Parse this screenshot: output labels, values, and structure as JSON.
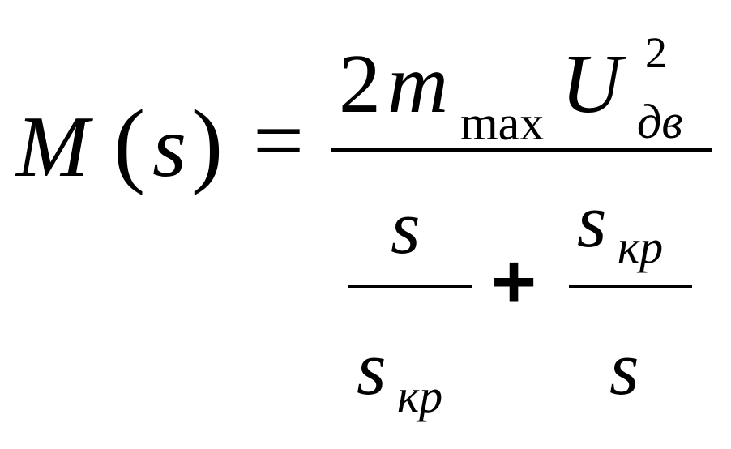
{
  "formula": {
    "lhs": {
      "func": "M",
      "open_paren": "(",
      "arg": "s",
      "close_paren": ")"
    },
    "equals": "=",
    "numerator": {
      "coefficient": "2",
      "m_symbol": "m",
      "m_subscript": "max",
      "u_symbol": "U",
      "u_subscript": "дв",
      "u_superscript": "2"
    },
    "denominator": {
      "left_fraction": {
        "num": "s",
        "den_symbol": "s",
        "den_subscript": "кр"
      },
      "plus": "+",
      "right_fraction": {
        "num_symbol": "s",
        "num_subscript": "кр",
        "den": "s"
      }
    }
  }
}
